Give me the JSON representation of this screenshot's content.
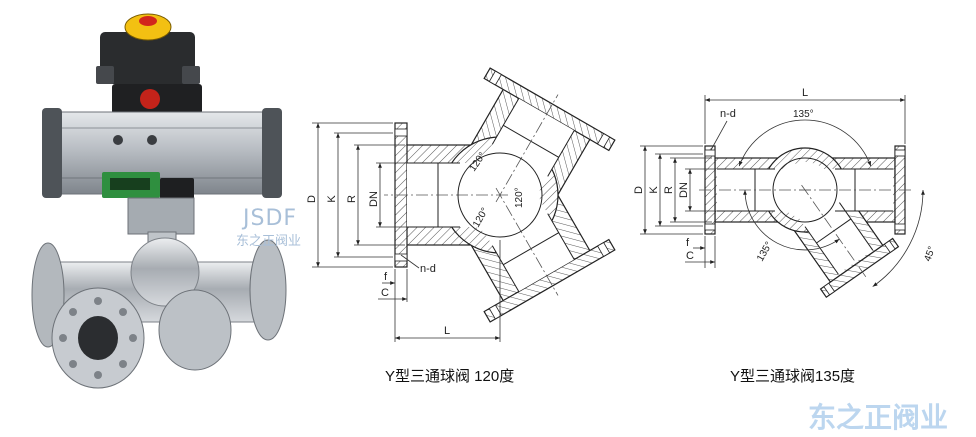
{
  "valve_photo": {
    "watermark_brand": "JSDF",
    "watermark_company": "东之正阀业"
  },
  "drawing_120": {
    "caption": "Y型三通球阀 120度",
    "dimension_labels": {
      "D": "D",
      "K": "K",
      "R": "R",
      "DN": "DN",
      "f": "f",
      "C": "C",
      "n_d": "n-d",
      "L": "L"
    },
    "angle_labels": [
      "120°",
      "120°",
      "120°"
    ]
  },
  "drawing_135": {
    "caption": "Y型三通球阀135度",
    "dimension_labels": {
      "D": "D",
      "K": "K",
      "R": "R",
      "DN": "DN",
      "f": "f",
      "C": "C",
      "n_d": "n-d",
      "L": "L"
    },
    "angle_labels": [
      "135°",
      "135°",
      "45°"
    ]
  },
  "footer_watermark": "东之正阀业",
  "colors": {
    "watermark": "#bcd6ef",
    "actuator_body": "#c2c6cb",
    "indicator_dome": "#f3c012",
    "display": "#2f8f3f",
    "drawing_line": "#222222"
  }
}
